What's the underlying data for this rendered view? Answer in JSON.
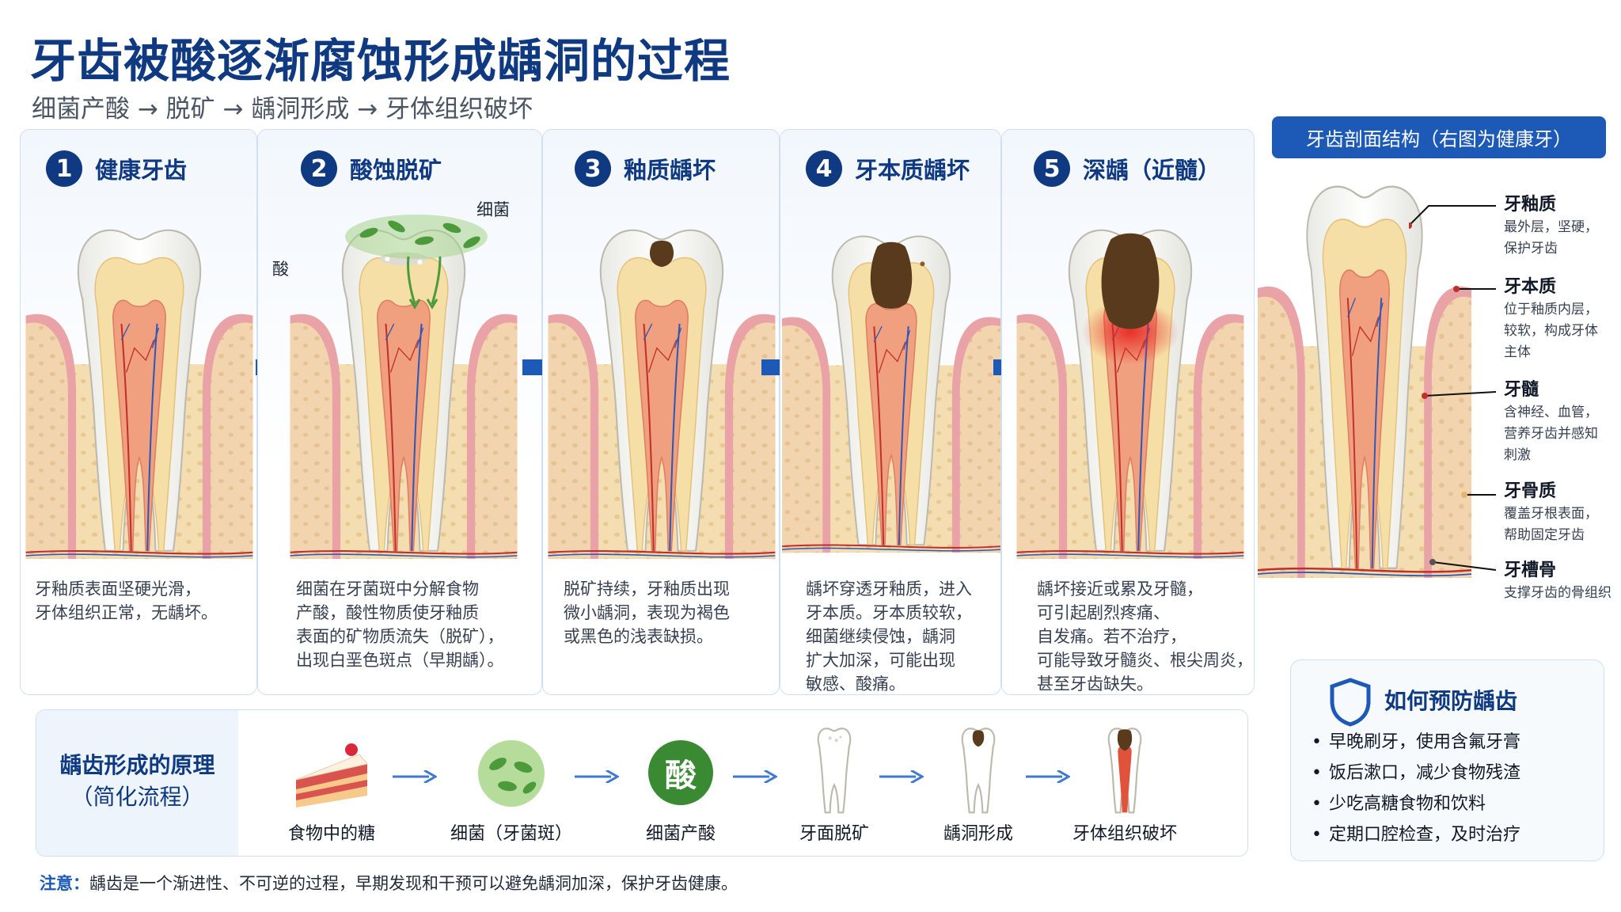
{
  "title": "牙齿被酸逐渐腐蚀形成龋洞的过程",
  "subtitle": "细菌产酸 → 脱矿 → 龋洞形成 → 牙体组织破坏",
  "stages": [
    {
      "num": "1",
      "title": "健康牙齿",
      "desc": [
        "牙釉质表面坚硬光滑，",
        "牙体组织正常，无龋坏。"
      ]
    },
    {
      "num": "2",
      "title": "酸蚀脱矿",
      "desc": [
        "细菌在牙菌斑中分解食物",
        "产酸，酸性物质使牙釉质",
        "表面的矿物质流失（脱矿），",
        "出现白垩色斑点（早期龋）。"
      ],
      "label_bacteria": "细菌",
      "label_acid": "酸"
    },
    {
      "num": "3",
      "title": "釉质龋坏",
      "desc": [
        "脱矿持续，牙釉质出现",
        "微小龋洞，表现为褐色",
        "或黑色的浅表缺损。"
      ]
    },
    {
      "num": "4",
      "title": "牙本质龋坏",
      "desc": [
        "龋坏穿透牙釉质，进入",
        "牙本质。牙本质较软，",
        "细菌继续侵蚀，龋洞",
        "扩大加深，可能出现",
        "敏感、酸痛。"
      ]
    },
    {
      "num": "5",
      "title": "深龋（近髓）",
      "desc": [
        "龋坏接近或累及牙髓，",
        "可引起剧烈疼痛、",
        "自发痛。若不治疗，",
        "可能导致牙髓炎、根尖周炎，",
        "甚至牙齿缺失。"
      ]
    }
  ],
  "structure": {
    "header": "牙齿剖面结构（右图为健康牙）",
    "labels": [
      {
        "name": "牙釉质",
        "desc": [
          "最外层，坚硬，",
          "保护牙齿"
        ]
      },
      {
        "name": "牙本质",
        "desc": [
          "位于釉质内层，",
          "较软，构成牙体",
          "主体"
        ]
      },
      {
        "name": "牙髓",
        "desc": [
          "含神经、血管，",
          "营养牙齿并感知",
          "刺激"
        ]
      },
      {
        "name": "牙骨质",
        "desc": [
          "覆盖牙根表面，",
          "帮助固定牙齿"
        ]
      },
      {
        "name": "牙槽骨",
        "desc": [
          "支撑牙齿的骨组织"
        ]
      }
    ]
  },
  "principle": {
    "title_line1": "龋齿形成的原理",
    "title_line2": "（简化流程）",
    "acid_char": "酸",
    "steps": [
      "食物中的糖",
      "细菌（牙菌斑）",
      "细菌产酸",
      "牙面脱矿",
      "龋洞形成",
      "牙体组织破坏"
    ]
  },
  "prevention": {
    "title": "如何预防龋齿",
    "items": [
      "早晚刷牙，使用含氟牙膏",
      "饭后漱口，减少食物残渣",
      "少吃高糖食物和饮料",
      "定期口腔检查，及时治疗"
    ]
  },
  "note": {
    "label": "注意：",
    "text": "龋齿是一个渐进性、不可逆的过程，早期发现和干预可以避免龋洞加深，保护牙齿健康。"
  },
  "colors": {
    "primary": "#0f3a82",
    "accent": "#1d5ab7",
    "enamel": "#fbfbf8",
    "dentin": "#f6dfa6",
    "pulp": "#f0a07e",
    "gum": "#e9a3a6",
    "bone": "#f4ddb1",
    "decay": "#5a3a1c"
  }
}
